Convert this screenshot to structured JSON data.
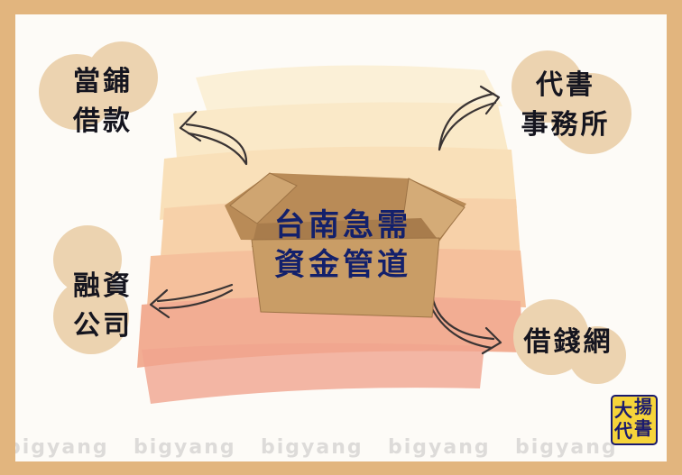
{
  "center": {
    "line1": "台南急需",
    "line2": "資金管道"
  },
  "nodes": {
    "pawn": {
      "line1": "當鋪",
      "line2": "借款"
    },
    "scrivener": {
      "line1": "代書",
      "line2": "事務所"
    },
    "finance": {
      "line1": "融資",
      "line2": "公司"
    },
    "lending_site": {
      "line1": "借錢網"
    }
  },
  "watermark": "bigyang",
  "logo": {
    "chars": [
      "大",
      "揚",
      "代",
      "書"
    ]
  },
  "colors": {
    "frame": "#e2b57e",
    "circle": "#ecd3b0",
    "box": "#c99d66",
    "box_text": "#13206b",
    "logo_bg": "#f6d43a"
  }
}
